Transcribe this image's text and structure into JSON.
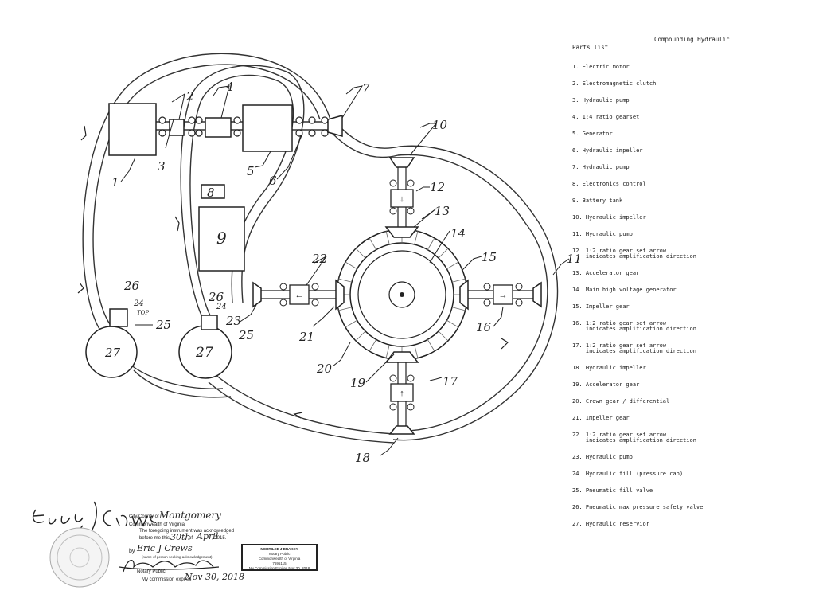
{
  "header": {
    "title": "Compounding Hydraulic",
    "parts_heading": "Parts list"
  },
  "parts": [
    "1. Electric motor",
    "2. Electromagnetic clutch",
    "3. Hydraulic pump",
    "4. 1:4 ratio gearset",
    "5. Generator",
    "6. Hydraulic impeller",
    "7. Hydraulic pump",
    "8. Electronics control",
    "9. Battery tank",
    "10. Hydraulic impeller",
    "11. Hydraulic pump",
    "12. 1:2 ratio gear set arrow\n    indicates amplification direction",
    "13. Accelerator gear",
    "14. Main high voltage generator",
    "15. Impeller gear",
    "16. 1:2 ratio gear set arrow\n    indicates amplification direction",
    "17. 1:2 ratio gear set arrow\n    indicates amplification direction",
    "18. Hydraulic impeller",
    "19. Accelerator gear",
    "20. Crown gear / differential",
    "21. Impeller gear",
    "22. 1:2 ratio gear set arrow\n    indicates amplification direction",
    "23. Hydraulic pump",
    "24. Hydraulic fill (pressure cap)",
    "25. Pneumatic fill valve",
    "26. Pneumatic max pressure safety valve",
    "27. Hydraulic reservior"
  ],
  "callouts": {
    "n1": "1",
    "n2": "2",
    "n3": "3",
    "n4": "4",
    "n5": "5",
    "n6": "6",
    "n7": "7",
    "n8": "8",
    "n9": "9",
    "n10": "10",
    "n11": "11",
    "n12": "12",
    "n13": "13",
    "n14": "14",
    "n15": "15",
    "n16": "16",
    "n17": "17",
    "n18": "18",
    "n19": "19",
    "n20": "20",
    "n21": "21",
    "n22": "22",
    "n23": "23",
    "n24a": "24",
    "n24b": "24",
    "n25a": "25",
    "n25b": "25",
    "n26a": "26",
    "n26b": "26",
    "n27a": "27",
    "n27b": "27",
    "top": "TOP"
  },
  "notary": {
    "county_line": "City/County of",
    "county": "Montgomery",
    "commonwealth": "Commonwealth of Virginia",
    "ack_line1": "The foregoing instrument was acknowledged",
    "ack_line2": "before me this",
    "day": "30th",
    "day_suffix": "of",
    "month": "April",
    "year": ", 2015.",
    "by_label": "by",
    "by_name": "Eric J Crews",
    "by_caption": "(name of person seeking acknowledgement)",
    "notary_label": "Notary Public",
    "commission_label": "My commission expires",
    "commission_date": "Nov 30, 2018",
    "stamp_name": "MERRILEE J BRAKEY",
    "stamp_title": "Notary Public",
    "stamp_state": "Commonwealth of Virginia",
    "stamp_reg": "7695115",
    "stamp_expires": "My Commission Expires Nov 30, 2018"
  }
}
